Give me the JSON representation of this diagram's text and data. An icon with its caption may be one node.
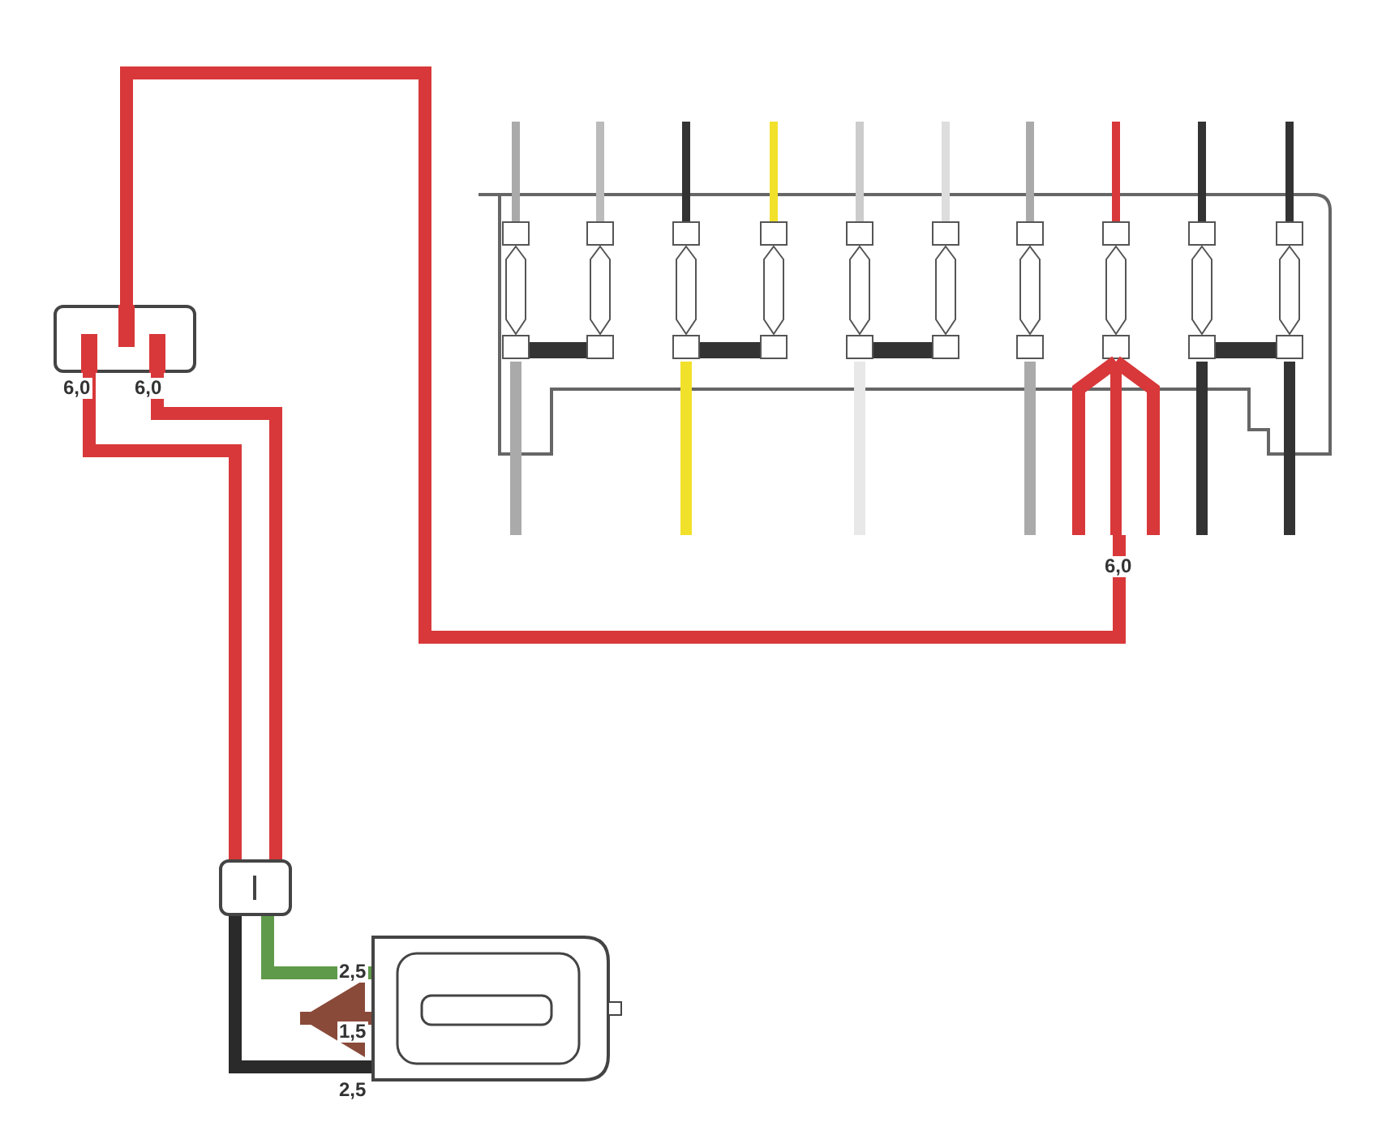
{
  "diagram": {
    "nodes": [
      {
        "text": [],
        "shape": "box"
      },
      {
        "text": [],
        "shape": "box"
      },
      {
        "text": [],
        "shape": "box"
      },
      {
        "text": [],
        "shape": "box"
      }
    ],
    "edges": [
      {
        "from": 0,
        "to": 1,
        "arrow": "none"
      },
      {
        "from": 0,
        "to": 2,
        "arrow": "none"
      },
      {
        "from": 0,
        "to": 2,
        "arrow": "none"
      },
      {
        "from": 2,
        "to": 3,
        "arrow": "none",
        "color": "#5f9a4a"
      },
      {
        "from": 2,
        "to": 3,
        "arrow": "none",
        "color": "#2a2a2a"
      },
      {
        "from": 3,
        "to": null,
        "arrow": "to",
        "color": "#8a4a3a"
      }
    ],
    "labels": [
      "6,0",
      "6,0",
      "6,0",
      "2,5",
      "1,5",
      "2,5"
    ]
  }
}
